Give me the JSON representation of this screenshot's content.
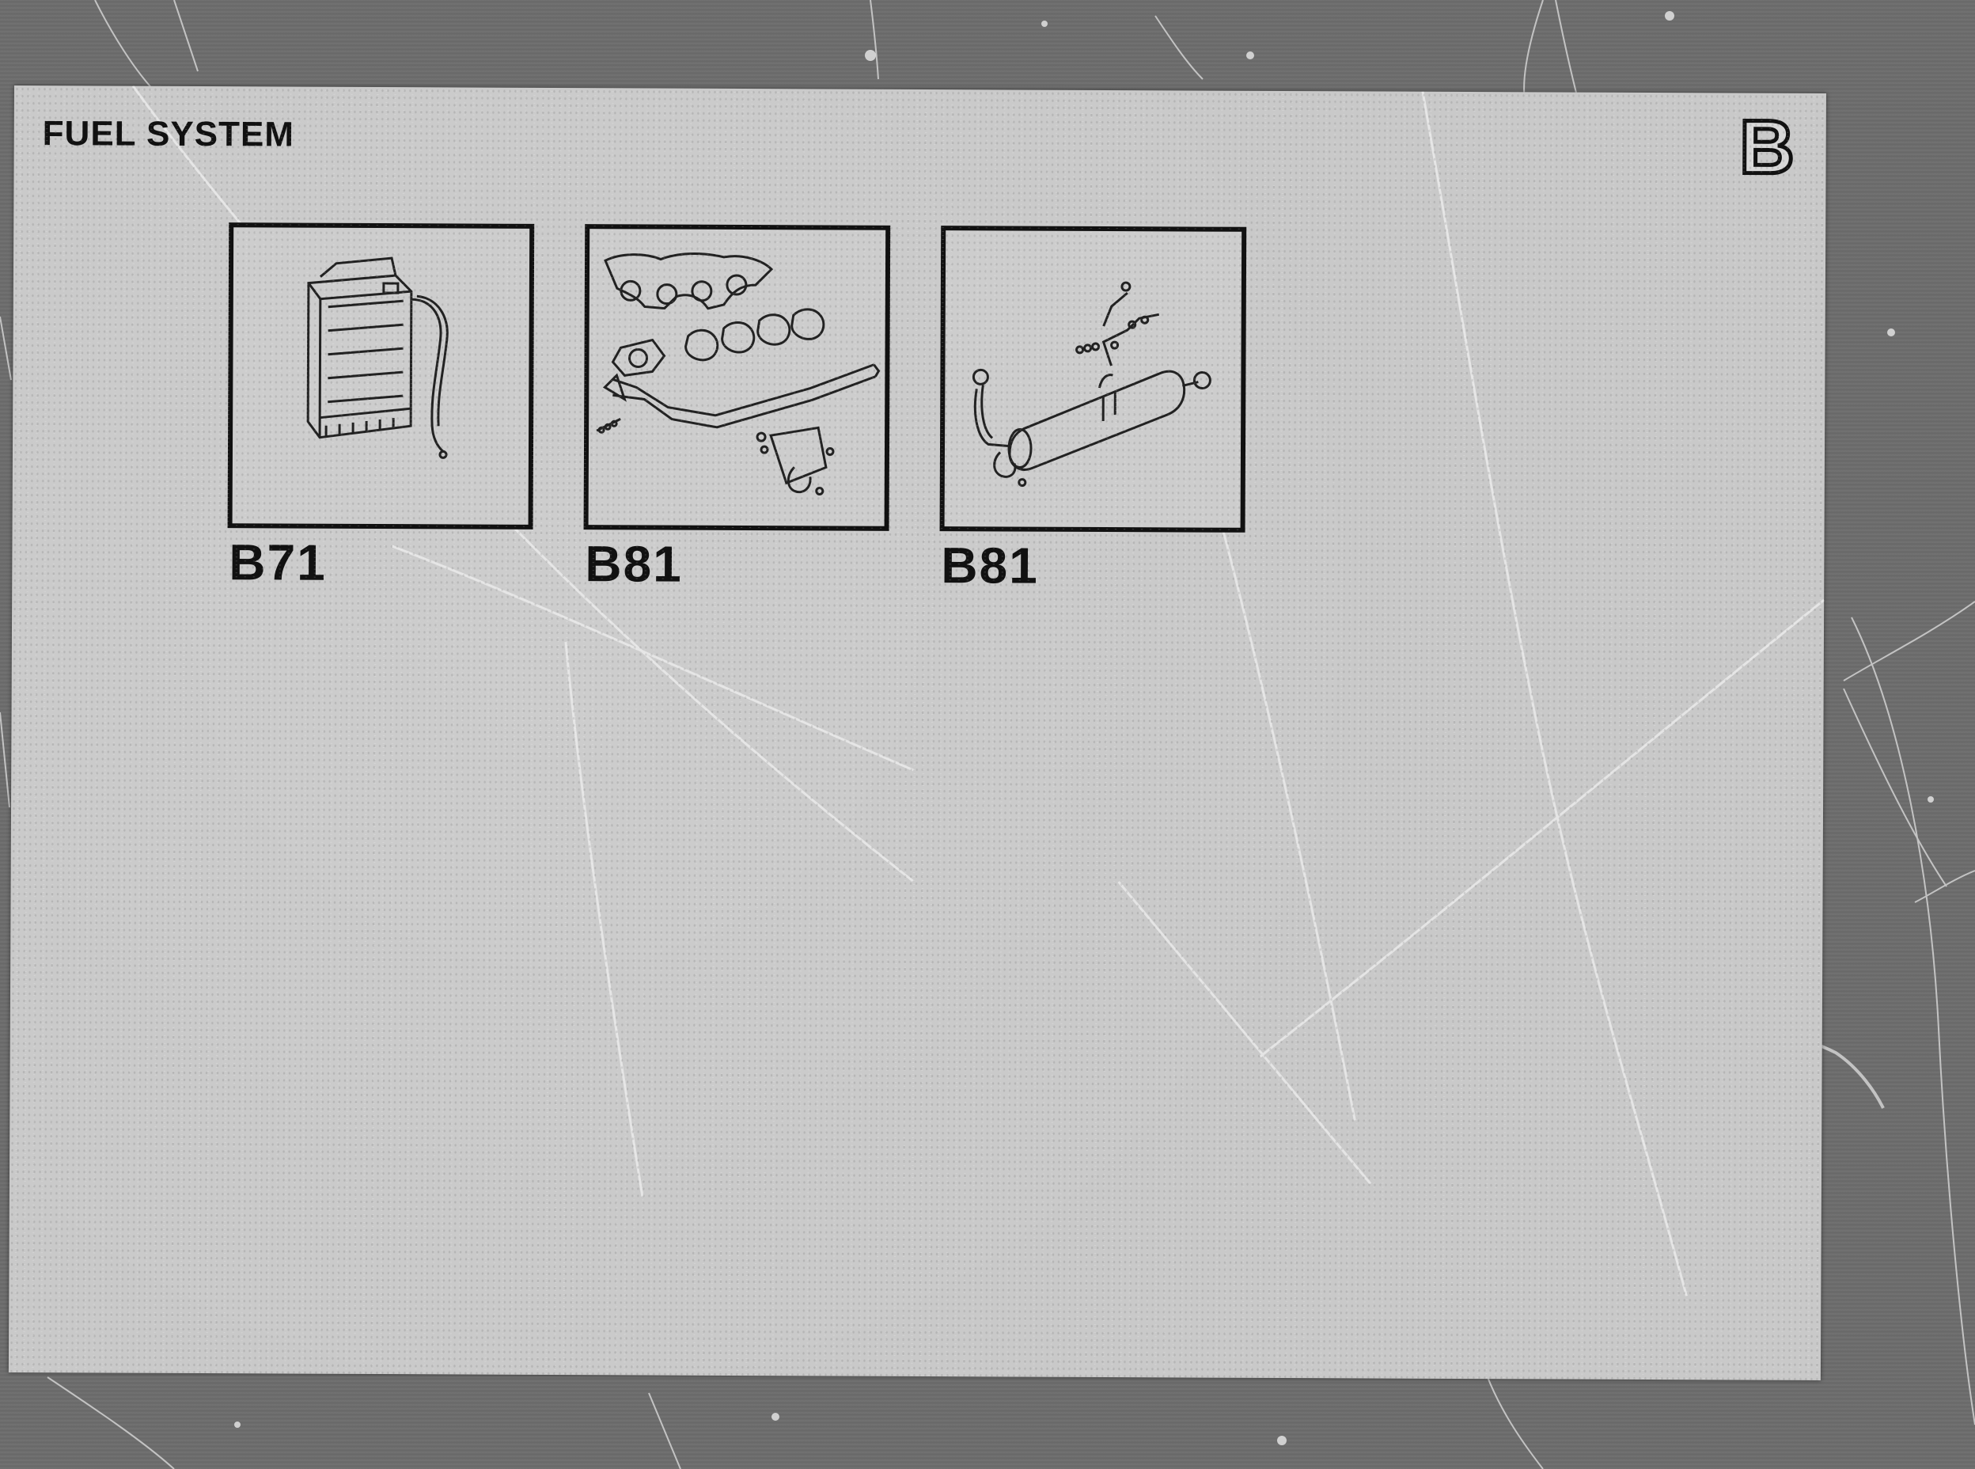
{
  "section": {
    "title": "FUEL SYSTEM",
    "letter": "B"
  },
  "tiles": [
    {
      "code": "B71",
      "icon": "fuel-tank-icon"
    },
    {
      "code": "B81",
      "icon": "exhaust-manifold-icon"
    },
    {
      "code": "B81",
      "icon": "muffler-icon"
    }
  ]
}
